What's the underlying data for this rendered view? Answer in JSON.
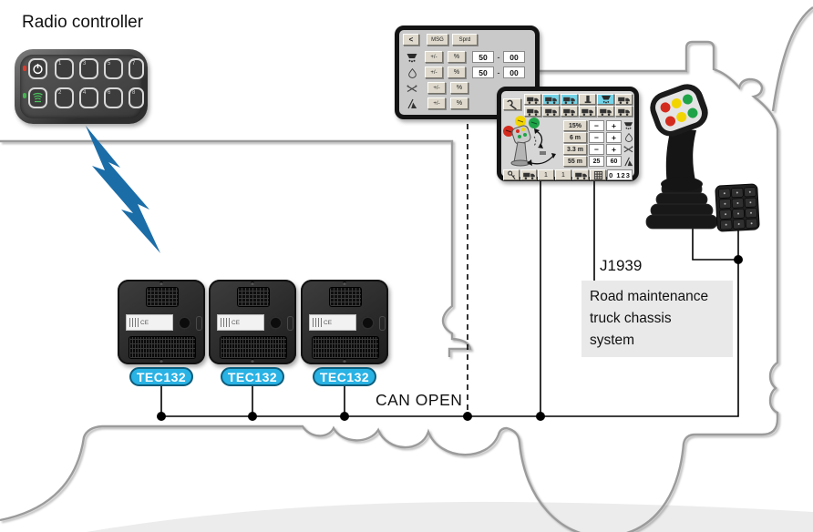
{
  "labels": {
    "radio_controller": "Radio controller",
    "can_bus": "CAN OPEN",
    "protocol": "J1939",
    "chassis_box": [
      "Road maintenance",
      "truck chassis",
      "system"
    ]
  },
  "radio_remote": {
    "button_numbers_top": [
      "1",
      "3",
      "5",
      "7"
    ],
    "button_numbers_bottom": [
      "2",
      "4",
      "6",
      "8"
    ],
    "power_icon": "power-icon",
    "signal_icon": "rf-signal-icon",
    "led_red": "#e03a2a",
    "led_green": "#44b54e"
  },
  "controllers": {
    "badge_labels": [
      "TEC132",
      "TEC132",
      "TEC132"
    ],
    "ce_mark": "CE",
    "badge_color": "#29b2e4"
  },
  "display1": {
    "nav_buttons": [
      "<",
      "MSG",
      "Sprd"
    ],
    "adjust_button": "+/-",
    "percent_button": "%",
    "rows": [
      {
        "icon": "spreader-icon",
        "value_low": "50",
        "separator": "-",
        "value_high": "00"
      },
      {
        "icon": "liquid-icon",
        "value_low": "50",
        "separator": "-",
        "value_high": "00"
      },
      {
        "icon": "spray-nozzle-icon"
      },
      {
        "icon": "plow-icon"
      }
    ]
  },
  "display2": {
    "settings_rows": [
      {
        "value": "15%",
        "minus": "−",
        "plus": "+",
        "icon": "spreader-icon"
      },
      {
        "value": "6 m",
        "minus": "−",
        "plus": "+",
        "icon": "liquid-icon"
      },
      {
        "value": "3.3 m",
        "minus": "−",
        "plus": "+",
        "icon": "spray-nozzle-icon"
      },
      {
        "value": "55 m",
        "minus": "25",
        "plus": "60",
        "icon": "plow-icon"
      }
    ],
    "status_digits": [
      "1",
      "1"
    ],
    "counter": "0 123"
  },
  "connection": {
    "bolt_color": "#1b6da8",
    "line_color": "#000000",
    "truck_outline_color": "#9b9b9b"
  }
}
